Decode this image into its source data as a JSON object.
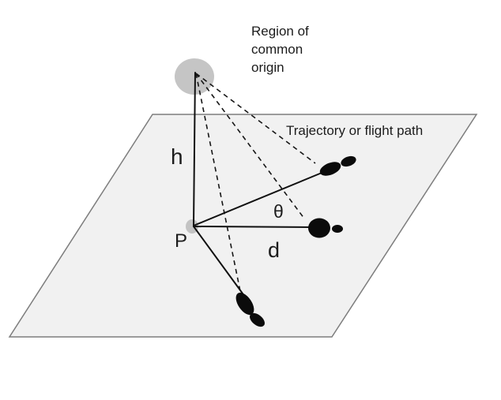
{
  "diagram": {
    "type": "diagram",
    "subject": "Region of common origin above an impact surface: height h above point P, impact angle θ, distance d, with bloodstain trajectories (flight paths) converging to the origin",
    "labels": {
      "region_lines": [
        "Region of",
        "common",
        "origin"
      ],
      "trajectory": "Trajectory or flight path",
      "height": "h",
      "point": "P",
      "angle": "θ",
      "distance": "d"
    },
    "colors": {
      "background": "#ffffff",
      "plane_fill": "#f1f1f1",
      "plane_stroke": "#7d7d7d",
      "origin_region_fill": "#c5c5c5",
      "point_halo_fill": "#c3c3c3",
      "line": "#111111",
      "text": "#1c1c1c"
    }
  }
}
